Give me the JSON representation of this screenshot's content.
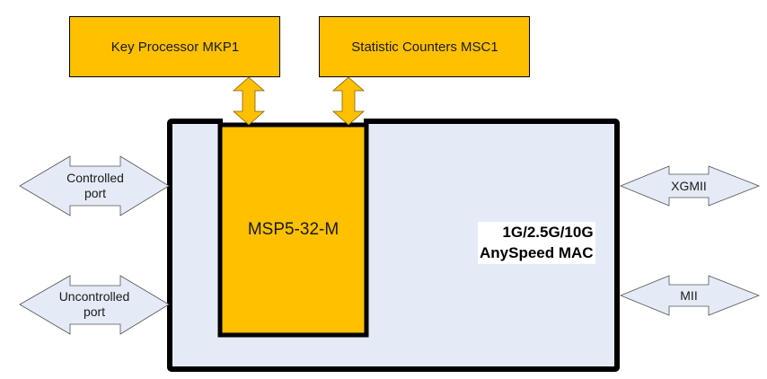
{
  "diagram": {
    "colors": {
      "module_fill": "#ffc000",
      "mac_fill": "#e4ebf6",
      "port_arrow_fill": "#e4ebf6",
      "border": "#000000"
    },
    "top_blocks": [
      {
        "id": "key-processor",
        "label": "Key Processor MKP1"
      },
      {
        "id": "statistic-counters",
        "label": "Statistic Counters MSC1"
      }
    ],
    "core_block": {
      "label": "MSP5-32-M"
    },
    "mac_block": {
      "line1": "1G/2.5G/10G",
      "line2": "AnySpeed MAC"
    },
    "left_ports": [
      {
        "line1": "Controlled",
        "line2": "port"
      },
      {
        "line1": "Uncontrolled",
        "line2": "port"
      }
    ],
    "right_ports": [
      {
        "label": "XGMII"
      },
      {
        "label": "MII"
      }
    ],
    "connections": [
      {
        "from": "Key Processor MKP1",
        "to": "MSP5-32-M",
        "type": "bidirectional"
      },
      {
        "from": "Statistic Counters MSC1",
        "to": "MSP5-32-M",
        "type": "bidirectional"
      },
      {
        "from": "Controlled port",
        "to": "1G/2.5G/10G AnySpeed MAC",
        "type": "bidirectional"
      },
      {
        "from": "Uncontrolled port",
        "to": "1G/2.5G/10G AnySpeed MAC",
        "type": "bidirectional"
      },
      {
        "from": "1G/2.5G/10G AnySpeed MAC",
        "to": "XGMII",
        "type": "bidirectional"
      },
      {
        "from": "1G/2.5G/10G AnySpeed MAC",
        "to": "MII",
        "type": "bidirectional"
      }
    ]
  }
}
